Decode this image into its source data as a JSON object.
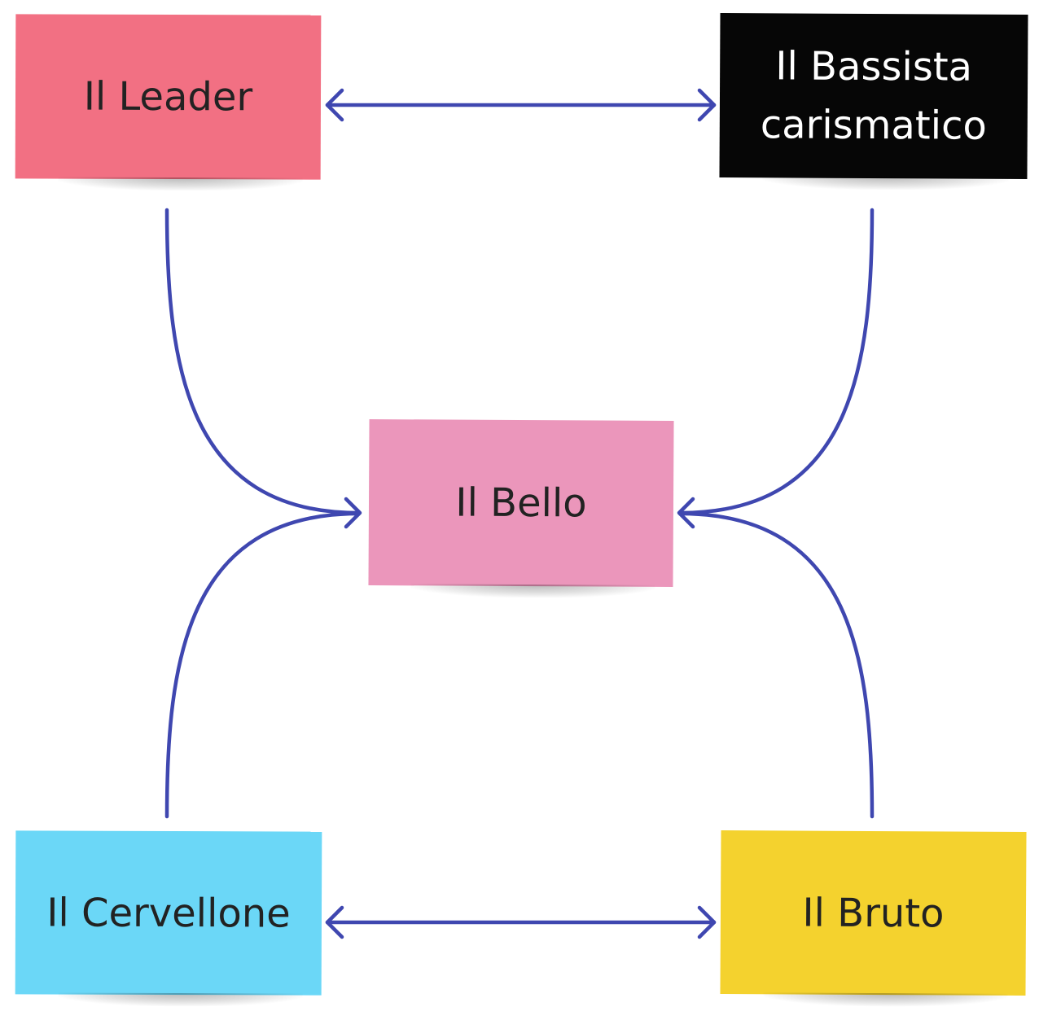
{
  "diagram": {
    "connector_color": "#3f47b0",
    "notes": {
      "leader": {
        "label": "Il Leader",
        "color": "#f27083",
        "text_color": "#222222"
      },
      "bassista": {
        "label": "Il Bassista\ncarismatico",
        "color": "#060606",
        "text_color": "#ffffff"
      },
      "bello": {
        "label": "Il Bello",
        "color": "#eb96bb",
        "text_color": "#222222"
      },
      "cervellone": {
        "label": "Il Cervellone",
        "color": "#6bd7f7",
        "text_color": "#222222"
      },
      "bruto": {
        "label": "Il Bruto",
        "color": "#f4d22e",
        "text_color": "#222222"
      }
    },
    "connections": [
      {
        "from": "leader",
        "to": "bassista",
        "direction": "both"
      },
      {
        "from": "leader",
        "to": "bello",
        "direction": "to"
      },
      {
        "from": "bassista",
        "to": "bello",
        "direction": "to"
      },
      {
        "from": "cervellone",
        "to": "bello",
        "direction": "to"
      },
      {
        "from": "bruto",
        "to": "bello",
        "direction": "to"
      },
      {
        "from": "cervellone",
        "to": "bruto",
        "direction": "both"
      }
    ]
  }
}
